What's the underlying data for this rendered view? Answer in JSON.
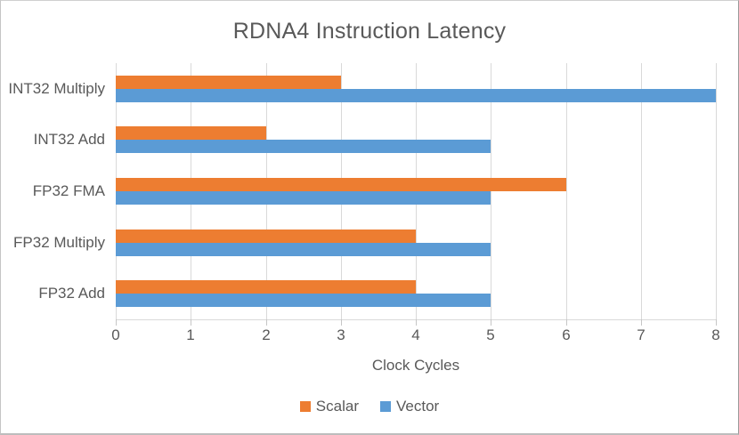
{
  "window": {
    "background": "#FFFFFF",
    "border_color": "#ABABAB"
  },
  "chart_data": {
    "type": "bar",
    "orientation": "horizontal",
    "title": "RDNA4 Instruction Latency",
    "categories": [
      "INT32 Multiply",
      "INT32 Add",
      "FP32 FMA",
      "FP32 Multiply",
      "FP32 Add"
    ],
    "categories_order": "top-to-bottom",
    "series": [
      {
        "name": "Scalar",
        "color": "#ED7D31",
        "values": [
          3,
          2,
          6,
          4,
          4
        ]
      },
      {
        "name": "Vector",
        "color": "#5B9BD5",
        "values": [
          8,
          5,
          5,
          5,
          5
        ]
      }
    ],
    "xlabel": "Clock Cycles",
    "ylabel": "",
    "xlim": [
      0,
      8
    ],
    "x_ticks": [
      0,
      1,
      2,
      3,
      4,
      5,
      6,
      7,
      8
    ],
    "grid": true,
    "gridline_color": "#D9D9D9",
    "tick_mark_color": "#C6C6C6",
    "text_color": "#595959",
    "legend_position": "bottom"
  }
}
